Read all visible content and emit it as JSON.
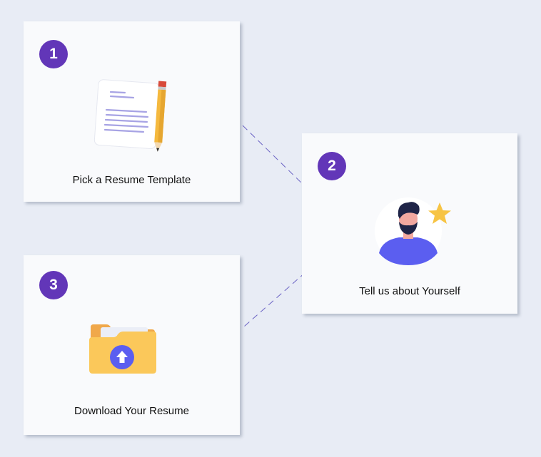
{
  "steps": [
    {
      "number": "1",
      "label": "Pick a Resume Template",
      "icon": "document-pencil-icon"
    },
    {
      "number": "2",
      "label": "Tell us about Yourself",
      "icon": "user-avatar-star-icon"
    },
    {
      "number": "3",
      "label": "Download Your Resume",
      "icon": "folder-upload-icon"
    }
  ],
  "colors": {
    "background": "#e8ecf5",
    "card": "#f9fafc",
    "badge": "#6236b8",
    "connector": "#6b63c4",
    "accent_yellow": "#f7c444",
    "accent_blue": "#5b5ef0"
  }
}
